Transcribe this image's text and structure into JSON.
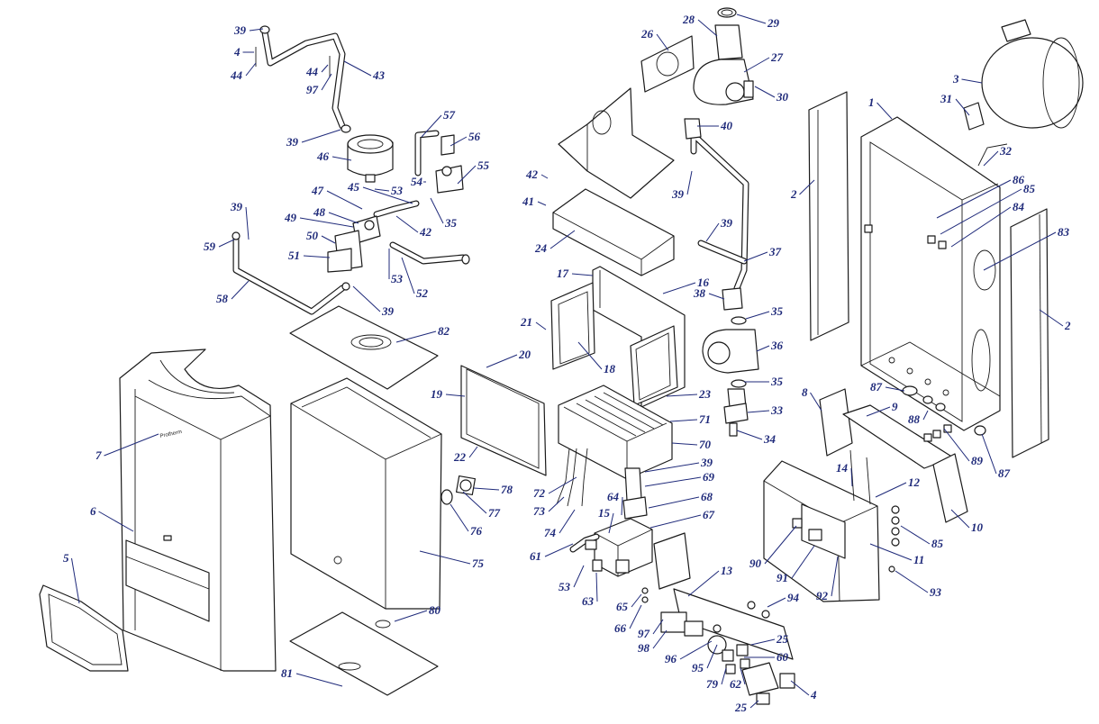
{
  "diagram": {
    "logo_text": "Protherm",
    "callouts": [
      {
        "id": "39a",
        "label": "39"
      },
      {
        "id": "4a",
        "label": "4"
      },
      {
        "id": "44a",
        "label": "44"
      },
      {
        "id": "44b",
        "label": "44"
      },
      {
        "id": "97a",
        "label": "97"
      },
      {
        "id": "43",
        "label": "43"
      },
      {
        "id": "39b",
        "label": "39"
      },
      {
        "id": "46",
        "label": "46"
      },
      {
        "id": "53a",
        "label": "53"
      },
      {
        "id": "57",
        "label": "57"
      },
      {
        "id": "56",
        "label": "56"
      },
      {
        "id": "55",
        "label": "55"
      },
      {
        "id": "54",
        "label": "54"
      },
      {
        "id": "35a",
        "label": "35"
      },
      {
        "id": "47",
        "label": "47"
      },
      {
        "id": "45",
        "label": "45"
      },
      {
        "id": "48",
        "label": "48"
      },
      {
        "id": "49",
        "label": "49"
      },
      {
        "id": "42a",
        "label": "42"
      },
      {
        "id": "39c",
        "label": "39"
      },
      {
        "id": "59",
        "label": "59"
      },
      {
        "id": "50",
        "label": "50"
      },
      {
        "id": "51",
        "label": "51"
      },
      {
        "id": "53b",
        "label": "53"
      },
      {
        "id": "52",
        "label": "52"
      },
      {
        "id": "58",
        "label": "58"
      },
      {
        "id": "39d",
        "label": "39"
      },
      {
        "id": "82",
        "label": "82"
      },
      {
        "id": "7",
        "label": "7"
      },
      {
        "id": "6",
        "label": "6"
      },
      {
        "id": "5",
        "label": "5"
      },
      {
        "id": "75",
        "label": "75"
      },
      {
        "id": "80",
        "label": "80"
      },
      {
        "id": "81",
        "label": "81"
      },
      {
        "id": "26",
        "label": "26"
      },
      {
        "id": "28",
        "label": "28"
      },
      {
        "id": "29",
        "label": "29"
      },
      {
        "id": "27",
        "label": "27"
      },
      {
        "id": "30",
        "label": "30"
      },
      {
        "id": "40",
        "label": "40"
      },
      {
        "id": "39e",
        "label": "39"
      },
      {
        "id": "42b",
        "label": "42"
      },
      {
        "id": "41",
        "label": "41"
      },
      {
        "id": "24",
        "label": "24"
      },
      {
        "id": "39f",
        "label": "39"
      },
      {
        "id": "37",
        "label": "37"
      },
      {
        "id": "17",
        "label": "17"
      },
      {
        "id": "16",
        "label": "16"
      },
      {
        "id": "21",
        "label": "21"
      },
      {
        "id": "18",
        "label": "18"
      },
      {
        "id": "38",
        "label": "38"
      },
      {
        "id": "35b",
        "label": "35"
      },
      {
        "id": "36",
        "label": "36"
      },
      {
        "id": "35c",
        "label": "35"
      },
      {
        "id": "20",
        "label": "20"
      },
      {
        "id": "19",
        "label": "19"
      },
      {
        "id": "23",
        "label": "23"
      },
      {
        "id": "33",
        "label": "33"
      },
      {
        "id": "34",
        "label": "34"
      },
      {
        "id": "71",
        "label": "71"
      },
      {
        "id": "70",
        "label": "70"
      },
      {
        "id": "22",
        "label": "22"
      },
      {
        "id": "39g",
        "label": "39"
      },
      {
        "id": "69",
        "label": "69"
      },
      {
        "id": "72",
        "label": "72"
      },
      {
        "id": "73",
        "label": "73"
      },
      {
        "id": "74",
        "label": "74"
      },
      {
        "id": "64",
        "label": "64"
      },
      {
        "id": "68",
        "label": "68"
      },
      {
        "id": "15",
        "label": "15"
      },
      {
        "id": "67",
        "label": "67"
      },
      {
        "id": "78",
        "label": "78"
      },
      {
        "id": "77",
        "label": "77"
      },
      {
        "id": "76",
        "label": "76"
      },
      {
        "id": "61",
        "label": "61"
      },
      {
        "id": "53c",
        "label": "53"
      },
      {
        "id": "63",
        "label": "63"
      },
      {
        "id": "65",
        "label": "65"
      },
      {
        "id": "66",
        "label": "66"
      },
      {
        "id": "13",
        "label": "13"
      },
      {
        "id": "94",
        "label": "94"
      },
      {
        "id": "97b",
        "label": "97"
      },
      {
        "id": "98",
        "label": "98"
      },
      {
        "id": "96",
        "label": "96"
      },
      {
        "id": "95",
        "label": "95"
      },
      {
        "id": "25a",
        "label": "25"
      },
      {
        "id": "60",
        "label": "60"
      },
      {
        "id": "79",
        "label": "79"
      },
      {
        "id": "62",
        "label": "62"
      },
      {
        "id": "4b",
        "label": "4"
      },
      {
        "id": "25b",
        "label": "25"
      },
      {
        "id": "3",
        "label": "3"
      },
      {
        "id": "31",
        "label": "31"
      },
      {
        "id": "32",
        "label": "32"
      },
      {
        "id": "1",
        "label": "1"
      },
      {
        "id": "2a",
        "label": "2"
      },
      {
        "id": "86",
        "label": "86"
      },
      {
        "id": "85a",
        "label": "85"
      },
      {
        "id": "84",
        "label": "84"
      },
      {
        "id": "83",
        "label": "83"
      },
      {
        "id": "2b",
        "label": "2"
      },
      {
        "id": "8",
        "label": "8"
      },
      {
        "id": "87a",
        "label": "87"
      },
      {
        "id": "9",
        "label": "9"
      },
      {
        "id": "88",
        "label": "88"
      },
      {
        "id": "89",
        "label": "89"
      },
      {
        "id": "87b",
        "label": "87"
      },
      {
        "id": "14",
        "label": "14"
      },
      {
        "id": "12",
        "label": "12"
      },
      {
        "id": "10",
        "label": "10"
      },
      {
        "id": "85b",
        "label": "85"
      },
      {
        "id": "11",
        "label": "11"
      },
      {
        "id": "90",
        "label": "90"
      },
      {
        "id": "91",
        "label": "91"
      },
      {
        "id": "92",
        "label": "92"
      },
      {
        "id": "93",
        "label": "93"
      }
    ]
  }
}
